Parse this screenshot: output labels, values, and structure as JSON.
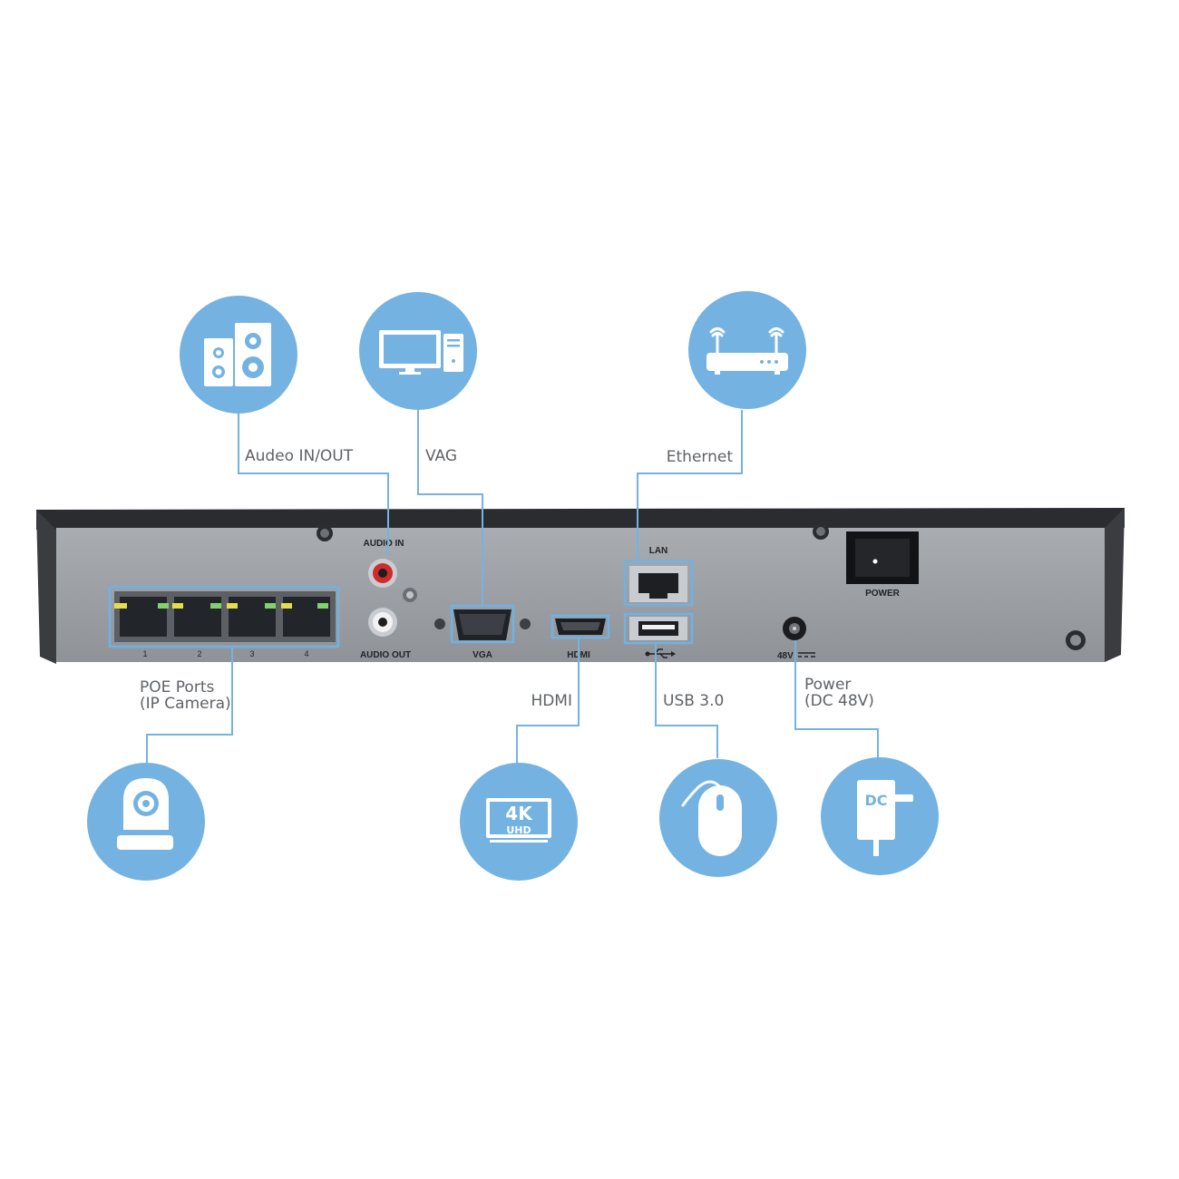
{
  "colors": {
    "accent": "#74b3e1",
    "chassis_top": "#2a2c30",
    "panel": "#9ea2a7",
    "callout_text": "#5f6266"
  },
  "callouts": {
    "audio": "Audeo IN/OUT",
    "vga": "VAG",
    "ethernet": "Ethernet",
    "poe_line1": "POE Ports",
    "poe_line2": "(IP Camera)",
    "hdmi": "HDMI",
    "usb": "USB 3.0",
    "power_line1": "Power",
    "power_line2": "(DC 48V)"
  },
  "panel_labels": {
    "audio_in": "AUDIO IN",
    "audio_out": "AUDIO OUT",
    "vga": "VGA",
    "hdmi": "HDMI",
    "lan": "LAN",
    "power": "POWER",
    "dc": "48V",
    "port_numbers": [
      "1",
      "2",
      "3",
      "4"
    ]
  },
  "icons": {
    "top": [
      "speakers-icon",
      "computer-icon",
      "router-icon"
    ],
    "bottom": [
      "ip-camera-icon",
      "4k-uhd-tv-icon",
      "mouse-icon",
      "dc-adapter-icon"
    ],
    "tv_4k": "4K",
    "tv_uhd": "UHD",
    "dc_mark": "DC"
  }
}
